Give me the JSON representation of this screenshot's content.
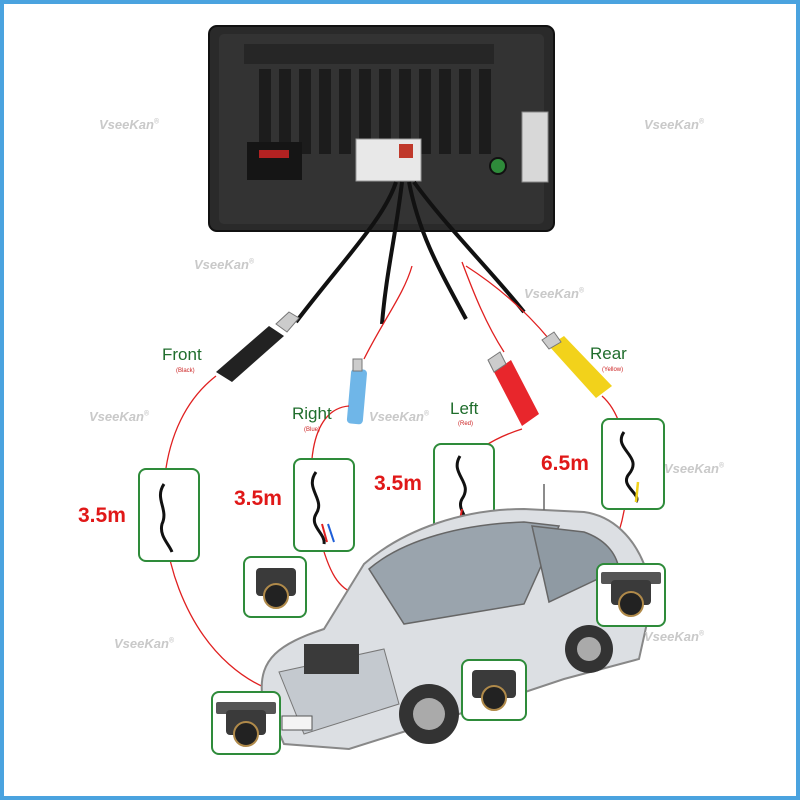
{
  "watermark": {
    "text": "VseeKan",
    "mark": "®"
  },
  "channels": [
    {
      "name": "Front",
      "color_note": "(Black)",
      "length": "3.5m"
    },
    {
      "name": "Right",
      "color_note": "(Blue)",
      "length": "3.5m"
    },
    {
      "name": "Left",
      "color_note": "(Red)",
      "length": "3.5m"
    },
    {
      "name": "Rear",
      "color_note": "(Yellow)",
      "length": "6.5m"
    }
  ],
  "colors": {
    "label_green": "#1f6d2c",
    "length_red": "#e01818",
    "wire_red": "#e02020",
    "box_green": "#2e8b3a",
    "border_blue": "#4aa3df",
    "rca_black": "#222222",
    "rca_blue": "#6fb6e8",
    "rca_red": "#e8262c",
    "rca_yellow": "#f2d21b"
  },
  "icons": [
    "head-unit",
    "rca-connector",
    "extension-cable",
    "backup-camera",
    "car"
  ]
}
